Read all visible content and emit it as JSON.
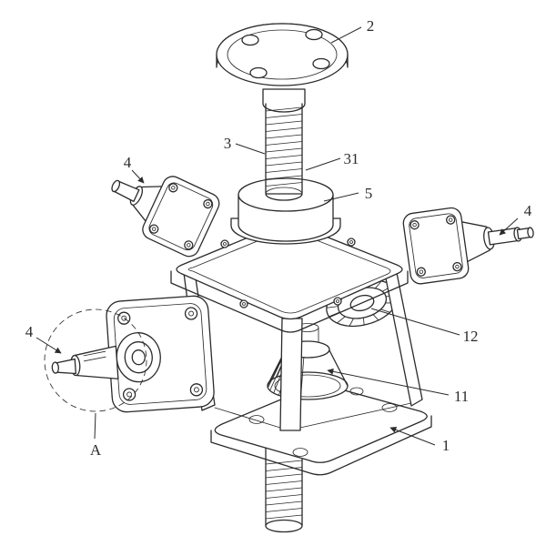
{
  "figure": {
    "background": "#ffffff",
    "line_color": "#2b2b2b"
  },
  "labels": [
    {
      "text": "2"
    },
    {
      "text": "3"
    },
    {
      "text": "31"
    },
    {
      "text": "5"
    },
    {
      "text": "4"
    },
    {
      "text": "4"
    },
    {
      "text": "4"
    },
    {
      "text": "12"
    },
    {
      "text": "11"
    },
    {
      "text": "1"
    },
    {
      "text": "A"
    }
  ]
}
